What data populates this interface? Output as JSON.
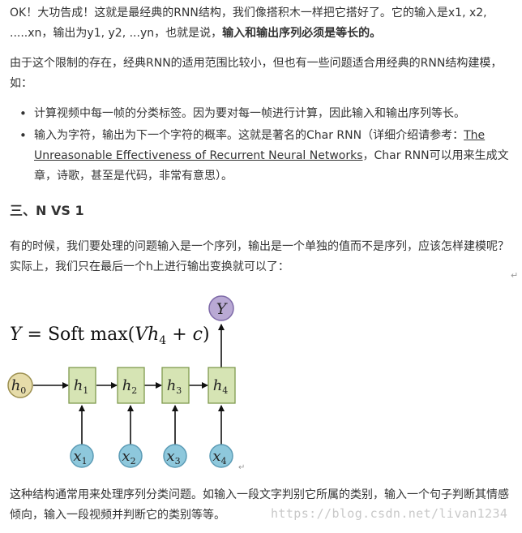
{
  "intro": {
    "text_before": "OK！大功告成！这就是最经典的RNN结构，我们像搭积木一样把它搭好了。它的输入是x1, x2, .....xn，输出为y1, y2, ...yn，也就是说，",
    "bold": "输入和输出序列必须是等长的。"
  },
  "limitation": "由于这个限制的存在，经典RNN的适用范围比较小，但也有一些问题适合用经典的RNN结构建模，如：",
  "bullets": {
    "item1": "计算视频中每一帧的分类标签。因为要对每一帧进行计算，因此输入和输出序列等长。",
    "item2_before": "输入为字符，输出为下一个字符的概率。这就是著名的Char RNN（详细介绍请参考：",
    "item2_link": "The Unreasonable Effectiveness of Recurrent Neural Networks",
    "item2_after": "，Char RNN可以用来生成文章，诗歌，甚至是代码，非常有意思）。"
  },
  "section_heading": "三、N VS 1",
  "nvs1_text": "有的时候，我们要处理的问题输入是一个序列，输出是一个单独的值而不是序列，应该怎样建模呢？实际上，我们只在最后一个h上进行输出变换就可以了：",
  "diagram": {
    "formula": {
      "lhs": "Y",
      "eq": " = Soft max(",
      "v": "Vh",
      "sub": "4",
      "plus": " + ",
      "c": "c",
      "close": ")"
    },
    "output_node": "Y",
    "h0": {
      "base": "h",
      "sub": "0"
    },
    "hidden": [
      {
        "base": "h",
        "sub": "1"
      },
      {
        "base": "h",
        "sub": "2"
      },
      {
        "base": "h",
        "sub": "3"
      },
      {
        "base": "h",
        "sub": "4"
      }
    ],
    "inputs": [
      {
        "base": "x",
        "sub": "1"
      },
      {
        "base": "x",
        "sub": "2"
      },
      {
        "base": "x",
        "sub": "3"
      },
      {
        "base": "x",
        "sub": "4"
      }
    ],
    "colors": {
      "hidden_fill": "#d6e4b4",
      "hidden_stroke": "#7f9a4e",
      "input_fill": "#8ec8dc",
      "input_stroke": "#5b9bb5",
      "output_fill": "#b9a9d4",
      "output_stroke": "#7e6aa8",
      "h0_fill": "#e6dcaa",
      "h0_stroke": "#9c8f4f"
    }
  },
  "usage_text": "这种结构通常用来处理序列分类问题。如输入一段文字判别它所属的类别，输入一个句子判断其情感倾向，输入一段视频并判断它的类别等等。",
  "watermark": "https://blog.csdn.net/livan1234"
}
